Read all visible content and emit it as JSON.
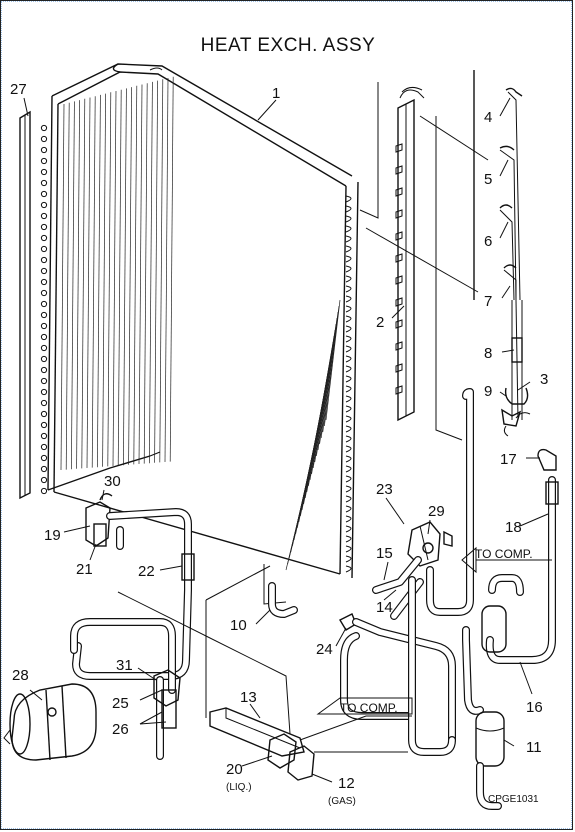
{
  "title": "HEAT EXCH. ASSY",
  "drawing_code": "CPGE1031",
  "notes": {
    "to_comp_right": "TO COMP.",
    "to_comp_lower": "TO COMP.",
    "liq": "(LIQ.)",
    "gas": "(GAS)"
  },
  "callouts": [
    "1",
    "2",
    "3",
    "4",
    "5",
    "6",
    "7",
    "8",
    "9",
    "10",
    "11",
    "12",
    "13",
    "14",
    "15",
    "16",
    "17",
    "18",
    "19",
    "20",
    "21",
    "22",
    "23",
    "24",
    "25",
    "26",
    "27",
    "28",
    "29",
    "30",
    "31"
  ],
  "colors": {
    "line": "#111111",
    "background": "#ffffff",
    "frame_accent": "#9fc3ea"
  }
}
